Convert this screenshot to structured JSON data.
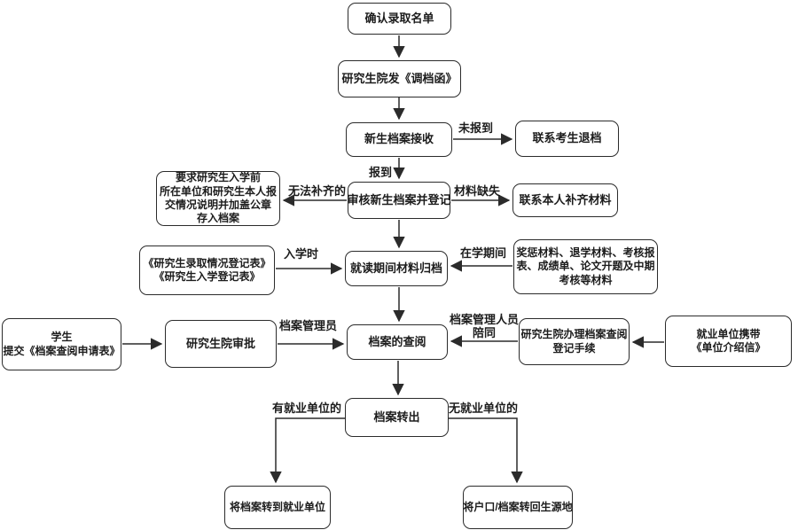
{
  "diagram": {
    "type": "flowchart",
    "language": "zh-CN",
    "colors": {
      "background": "#ffffff",
      "line": "#2b2b2b",
      "box_fill": "#ffffff",
      "box_border": "#2b2b2b",
      "text": "#1c1c1c"
    },
    "nodes": [
      {
        "id": "confirm-admission-list",
        "text": "确认录取名单"
      },
      {
        "id": "send-transfer-letter",
        "text": "研究生院发《调档函》"
      },
      {
        "id": "receive-new-archives",
        "text": "新生档案接收"
      },
      {
        "id": "contact-candidate-return-archive",
        "text": "联系考生退档"
      },
      {
        "id": "review-register-archives",
        "text": "审核新生档案并登记"
      },
      {
        "id": "contact-person-supplement",
        "text": "联系本人补齐材料"
      },
      {
        "id": "require-sealed-statement",
        "text": "要求研究生入学前\n所在单位和研究生本人报\n交情况说明并加盖公章\n存入档案"
      },
      {
        "id": "admission-registration-forms",
        "text": "《研究生录取情况登记表》\n《研究生入学登记表》"
      },
      {
        "id": "archive-materials-during-study",
        "text": "就读期间材料归档"
      },
      {
        "id": "study-period-materials",
        "text": "奖惩材料、退学材料、考核报\n表、成绩单、论文开题及中期\n考核等材料"
      },
      {
        "id": "student-submit-application",
        "text": "学生\n提交《档案查阅申请表》"
      },
      {
        "id": "graduate-school-approval",
        "text": "研究生院审批"
      },
      {
        "id": "archive-consultation",
        "text": "档案的查阅"
      },
      {
        "id": "consultation-registration-procedure",
        "text": "研究生院办理档案查阅\n登记手续"
      },
      {
        "id": "employer-introduction-letter",
        "text": "就业单位携带\n《单位介绍信》"
      },
      {
        "id": "archive-transfer-out",
        "text": "档案转出"
      },
      {
        "id": "transfer-archive-to-employer",
        "text": "将档案转到就业单位"
      },
      {
        "id": "transfer-hukou-archive-hometown",
        "text": "将户口/档案转回生源地"
      }
    ],
    "edge_labels": [
      {
        "id": "not-reported",
        "text": "未报到"
      },
      {
        "id": "reported",
        "text": "报到"
      },
      {
        "id": "cannot-be-supplemented",
        "text": "无法补齐的"
      },
      {
        "id": "materials-missing",
        "text": "材料缺失"
      },
      {
        "id": "at-enrollment",
        "text": "入学时"
      },
      {
        "id": "during-study-period",
        "text": "在学期间"
      },
      {
        "id": "archive-administrator",
        "text": "档案管理员"
      },
      {
        "id": "archive-staff-accompany",
        "text": "档案管理人员\n陪同"
      },
      {
        "id": "has-employer",
        "text": "有就业单位的"
      },
      {
        "id": "no-employer",
        "text": "无就业单位的"
      }
    ]
  }
}
